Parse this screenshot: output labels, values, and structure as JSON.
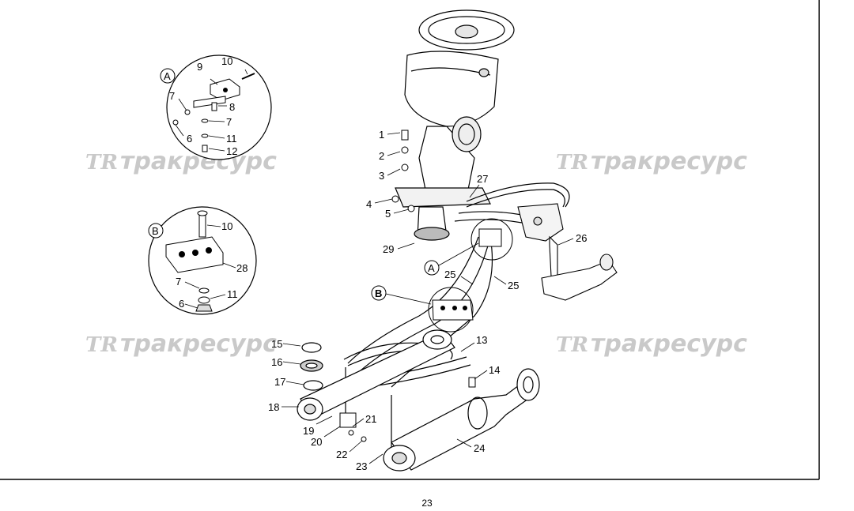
{
  "watermark": {
    "logo": "TR",
    "text": "тракресурс"
  },
  "page_number": "23",
  "detail_labels": {
    "a": "A",
    "b": "B"
  },
  "parts": {
    "p1": "1",
    "p2": "2",
    "p3": "3",
    "p4": "4",
    "p5": "5",
    "p6a": "6",
    "p7a": "7",
    "p7b": "7",
    "p8": "8",
    "p9": "9",
    "p10a": "10",
    "p11a": "11",
    "p12": "12",
    "p10b": "10",
    "p28": "28",
    "p7c": "7",
    "p11b": "11",
    "p6b": "6",
    "p13": "13",
    "p14": "14",
    "p15": "15",
    "p16": "16",
    "p17": "17",
    "p18": "18",
    "p19": "19",
    "p20": "20",
    "p21": "21",
    "p22": "22",
    "p23": "23",
    "p24": "24",
    "p25a": "25",
    "p25b": "25",
    "p26": "26",
    "p27": "27",
    "p29": "29"
  }
}
